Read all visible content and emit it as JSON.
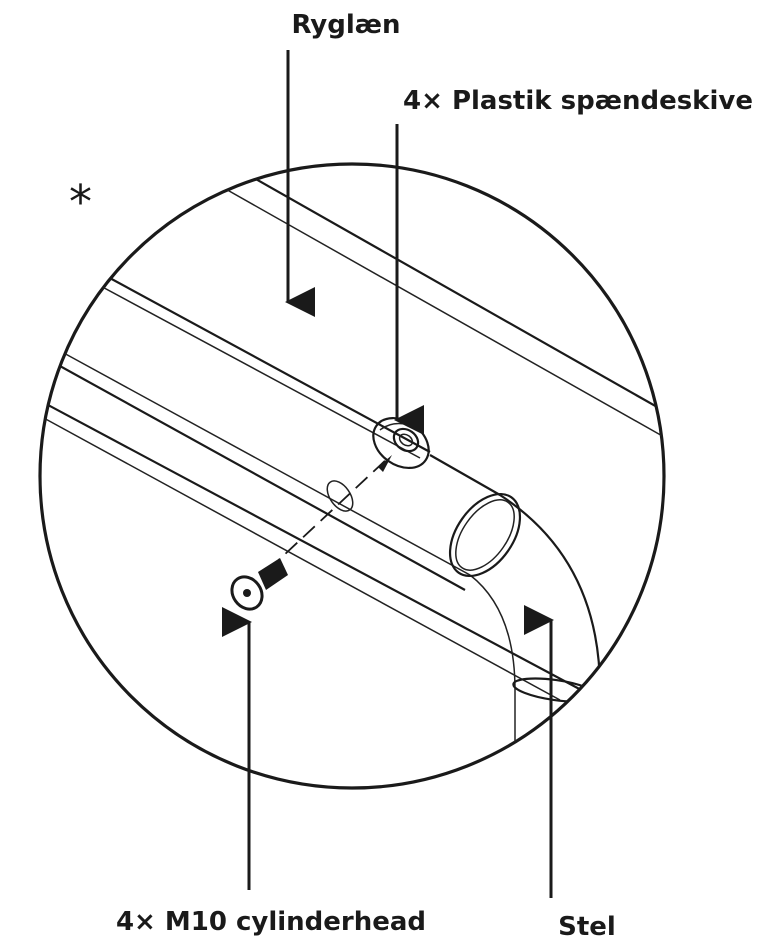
{
  "labels": {
    "backrest": "Ryglæn",
    "washer": "4× Plastik spændeskive",
    "bolt": "4× M10 cylinderhead",
    "frame": "Stel",
    "asterisk": "*"
  },
  "parts": {
    "backrest": "backrest-panel",
    "washer": "plastic-clamping-washer",
    "bolt": "m10-socket-head-bolt",
    "frame": "tube-frame"
  },
  "colors": {
    "line": "#1a1a1a",
    "background": "#ffffff"
  }
}
